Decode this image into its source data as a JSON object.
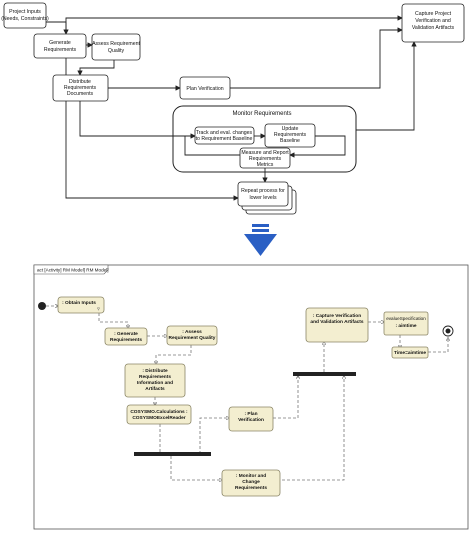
{
  "top_diagram": {
    "project_inputs": [
      "Project Inputs",
      "(Needs, Constraints)"
    ],
    "generate_requirements": [
      "Generate",
      "Requirements"
    ],
    "assess_requirement_quality": [
      "Assess Requirement",
      "Quality"
    ],
    "distribute_requirements_documents": [
      "Distribute",
      "Requirements",
      "Documents"
    ],
    "plan_verification": "Plan Verification",
    "capture_project_verification": [
      "Capture Project",
      "Verification and",
      "Validation Artifacts"
    ],
    "monitor_requirements": "Monitor Requirements",
    "track_changes": [
      "Track and eval. changes",
      "to Requirement Baseline"
    ],
    "update_baseline": [
      "Update",
      "Requirements",
      "Baseline"
    ],
    "measure_report_metrics": [
      "Measure and Report",
      "Requirements",
      "Metrics"
    ],
    "repeat_process": [
      "Repeat process for",
      "lower levels"
    ]
  },
  "arrow": {
    "color": "#2a5fc4"
  },
  "bottom_diagram": {
    "frame_title": "act [Activity] RM Model] RM Model]",
    "obtain_inputs": ": Obtain Inputs",
    "generate_requirements": [
      ": Generate",
      "Requirements"
    ],
    "assess_requirement_quality": [
      ": Assess",
      "Requirement Quality"
    ],
    "distribute_requirements": [
      ": Distribute",
      "Requirements",
      "Information and",
      "Artifacts"
    ],
    "cosysmo": [
      "COSYSMO.Calculations :",
      "COSYSMOExcelReader"
    ],
    "plan_verification": [
      ": Plan",
      "Verification"
    ],
    "capture_verification": [
      ": Capture Verification",
      "and Validation Artifacts"
    ],
    "evalue_specification": "evalueSpecification",
    "aimtime": ": aimtime",
    "time_aimtime": "Time=aimtime",
    "monitor_change_requirements": [
      ": Monitor and",
      "Change",
      "Requirements"
    ]
  }
}
